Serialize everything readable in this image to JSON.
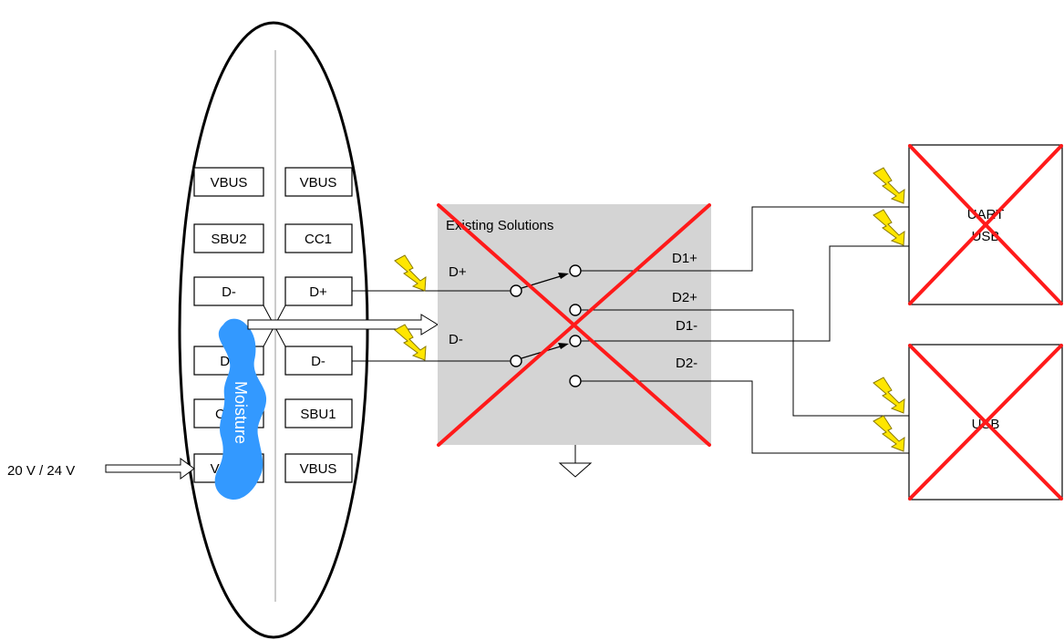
{
  "connector": {
    "left_pins": [
      "VBUS",
      "SBU2",
      "D-",
      "D+",
      "CC2",
      "VBUS"
    ],
    "right_pins": [
      "VBUS",
      "CC1",
      "D+",
      "D-",
      "SBU1",
      "VBUS"
    ]
  },
  "moisture_label": "Moisture",
  "voltage_label": "20 V / 24 V",
  "switch_box": {
    "title": "Existing Solutions",
    "input_plus": "D+",
    "input_minus": "D-",
    "outputs": [
      "D1+",
      "D2+",
      "D1-",
      "D2-"
    ]
  },
  "devices": {
    "uart_usb": [
      "UART",
      "USB"
    ],
    "usb": "USB"
  },
  "colors": {
    "cross": "#ff1a1a",
    "moisture": "#3399ff",
    "lightning_fill": "#ffe600",
    "lightning_stroke": "#8a7a00",
    "switch_box_fill": "#d4d4d4"
  },
  "icons": [
    "ground-icon",
    "lightning-icon",
    "arrow-icon"
  ]
}
